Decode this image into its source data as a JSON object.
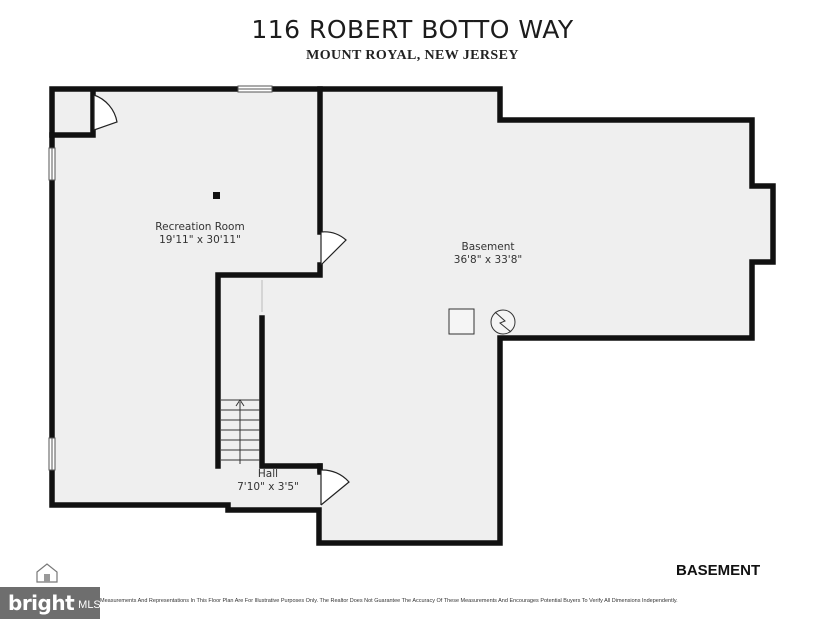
{
  "header": {
    "title": "116 ROBERT BOTTO WAY",
    "subtitle": "MOUNT ROYAL, NEW JERSEY"
  },
  "rooms": [
    {
      "name": "Recreation Room",
      "dimensions": "19'11\" x 30'11\""
    },
    {
      "name": "Basement",
      "dimensions": "36'8\" x 33'8\""
    },
    {
      "name": "Hall",
      "dimensions": "7'10\" x 3'5\""
    }
  ],
  "floor_label": "BASEMENT",
  "disclaimer": "Measurements And Representations In This Floor Plan Are For Illustrative Purposes Only. The Realtor Does Not Guarantee The Accuracy Of These Measurements And Encourages Potential Buyers To Verify All Dimensions Independently.",
  "branding": {
    "word": "bright",
    "mls": "MLS"
  },
  "colors": {
    "wall": "#111111",
    "floor": "#efefef",
    "badge": "#6e6e6e"
  }
}
